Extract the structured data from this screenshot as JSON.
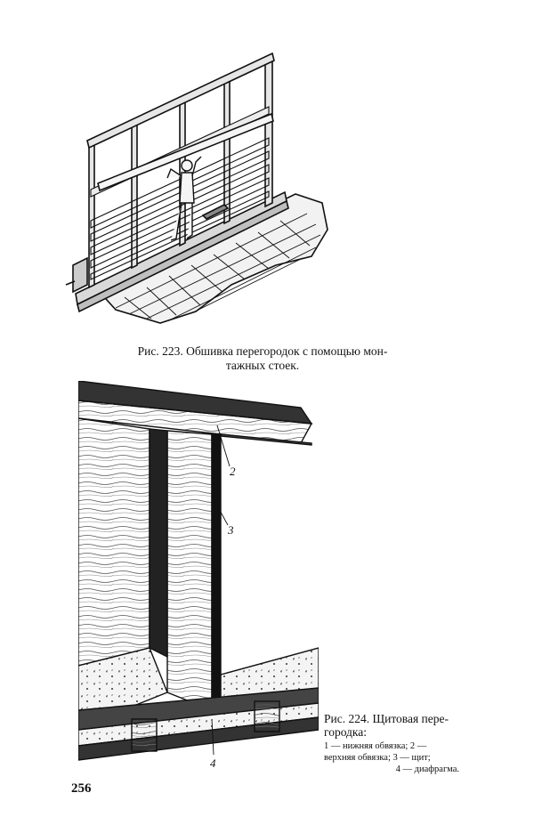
{
  "figures": [
    {
      "caption_line1": "Рис. 223. Обшивка перегородок с помощью мон-",
      "caption_line2": "тажных стоек."
    },
    {
      "title_line1": "Рис. 224. Щитовая пере-",
      "title_line2": "городка:",
      "legend_line1": "1 — нижняя обвязка; 2 —",
      "legend_line2": "верхняя обвязка; 3 — щит;",
      "legend_line3": "4 — диафрагма.",
      "callouts": [
        "2",
        "3",
        "4"
      ]
    }
  ],
  "page_number": "256",
  "colors": {
    "ink": "#111111",
    "paper": "#ffffff"
  }
}
